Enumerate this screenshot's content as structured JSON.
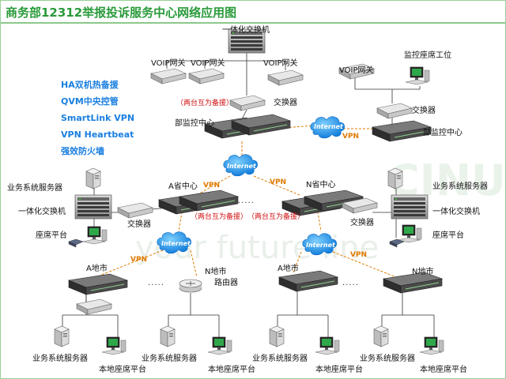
{
  "title": "商务部12312举报投诉服务中心网络应用图",
  "features": [
    "HA双机热备援",
    "QVM中央控管",
    "SmartLink VPN",
    "VPN Heartbeat",
    "强效防火墙"
  ],
  "watermark": "your future line",
  "watermark_logo": "CINUG",
  "colors": {
    "title": "#2a9a3a",
    "feature": "#1a7fe0",
    "vpn": "#e07a00",
    "ha_note": "#d01010",
    "cloud": "#1a8fe0",
    "border": "#9ad09a"
  },
  "labels": {
    "pbx_top": "一体化交换机",
    "voip_1": "VOIP网关",
    "voip_2": "VOIP网关",
    "voip_3": "VOIP网关",
    "ha_top": "（两台互为备援）",
    "switch_top": "交换器",
    "hq_center": "部监控中心",
    "voip_right": "VOIP网关",
    "monitor_ws": "监控座席工位",
    "switch_right": "交换器",
    "hq_center_right": "部监控中心",
    "a_province": "A省中心",
    "n_province": "N省中心",
    "ha_a": "（两台互为备援）",
    "ha_n": "（两台互为备援）",
    "server_left": "业务系统服务器",
    "pbx_left": "一体化交换机",
    "agent_left": "座席平台",
    "switch_left": "交换器",
    "server_right": "业务系统服务器",
    "pbx_right": "一体化交换机",
    "agent_right": "座席平台",
    "switch_n": "交换器",
    "a_city_1": "A地市",
    "n_city_1": "N地市",
    "router": "路由器",
    "a_city_2": "A地市",
    "n_city_2": "N地市",
    "b_server_1": "业务系统服务器",
    "b_agent_1": "本地座席平台",
    "b_server_2": "业务系统服务器",
    "b_agent_2": "本地座席平台",
    "b_server_3": "业务系统服务器",
    "b_agent_3": "本地座席平台",
    "b_server_4": "业务系统服务器",
    "b_agent_4": "本地座席平台",
    "internet_top": "Internet",
    "internet_mid": "Internet",
    "internet_left": "Internet",
    "internet_right": "Internet",
    "vpn_top": "VPN",
    "vpn_a": "VPN",
    "vpn_n": "VPN",
    "vpn_bl": "VPN",
    "vpn_br": "VPN",
    "dots_mid": ".....",
    "dots_bl": ".....",
    "dots_br": "....."
  }
}
